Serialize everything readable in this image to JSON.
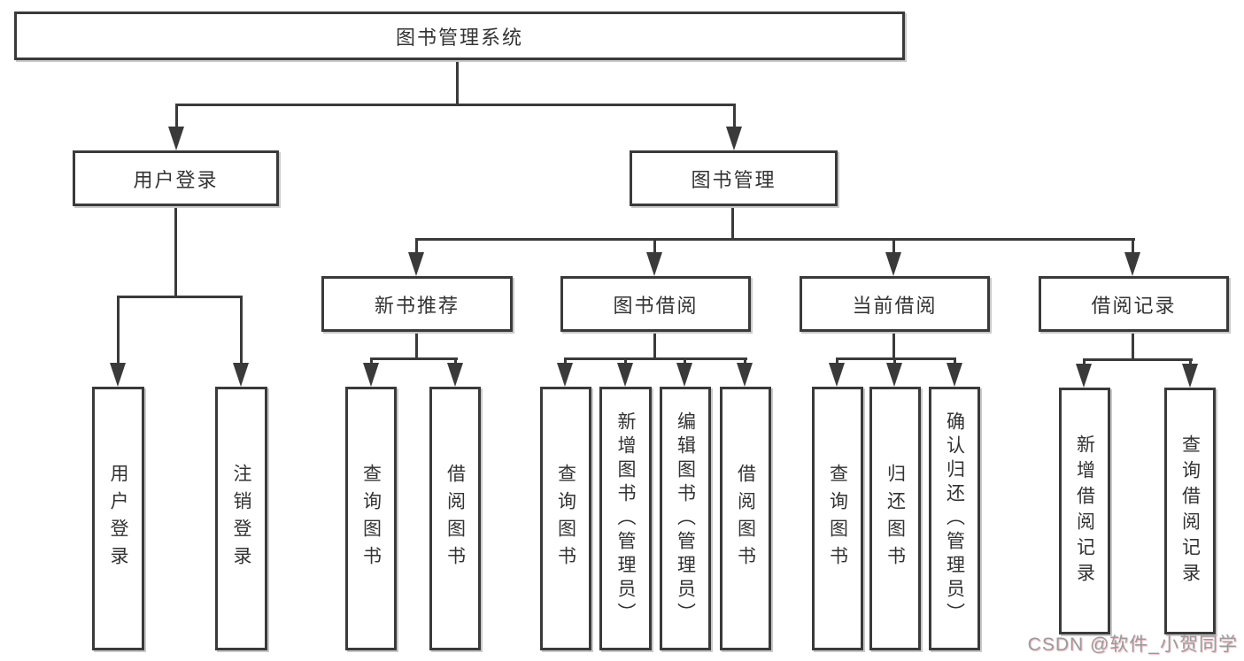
{
  "colors": {
    "line": "#3a3a3a",
    "text": "#333333",
    "background": "#ffffff",
    "watermark": "#9b9b9b"
  },
  "tree": {
    "root": {
      "label": "图书管理系统"
    },
    "branches": [
      {
        "label": "用户登录",
        "leaves": [
          {
            "label": "用户登录"
          },
          {
            "label": "注销登录"
          }
        ]
      },
      {
        "label": "图书管理",
        "groups": [
          {
            "label": "新书推荐",
            "leaves": [
              {
                "label": "查询图书"
              },
              {
                "label": "借阅图书"
              }
            ]
          },
          {
            "label": "图书借阅",
            "leaves": [
              {
                "label": "查询图书"
              },
              {
                "label": "新增图书（管理员）"
              },
              {
                "label": "编辑图书（管理员）"
              },
              {
                "label": "借阅图书"
              }
            ]
          },
          {
            "label": "当前借阅",
            "leaves": [
              {
                "label": "查询图书"
              },
              {
                "label": "归还图书"
              },
              {
                "label": "确认归还（管理员）"
              }
            ]
          },
          {
            "label": "借阅记录",
            "leaves": [
              {
                "label": "新增借阅记录"
              },
              {
                "label": "查询借阅记录"
              }
            ]
          }
        ]
      }
    ]
  },
  "watermark": {
    "text": "CSDN @软件_小贺同学"
  }
}
